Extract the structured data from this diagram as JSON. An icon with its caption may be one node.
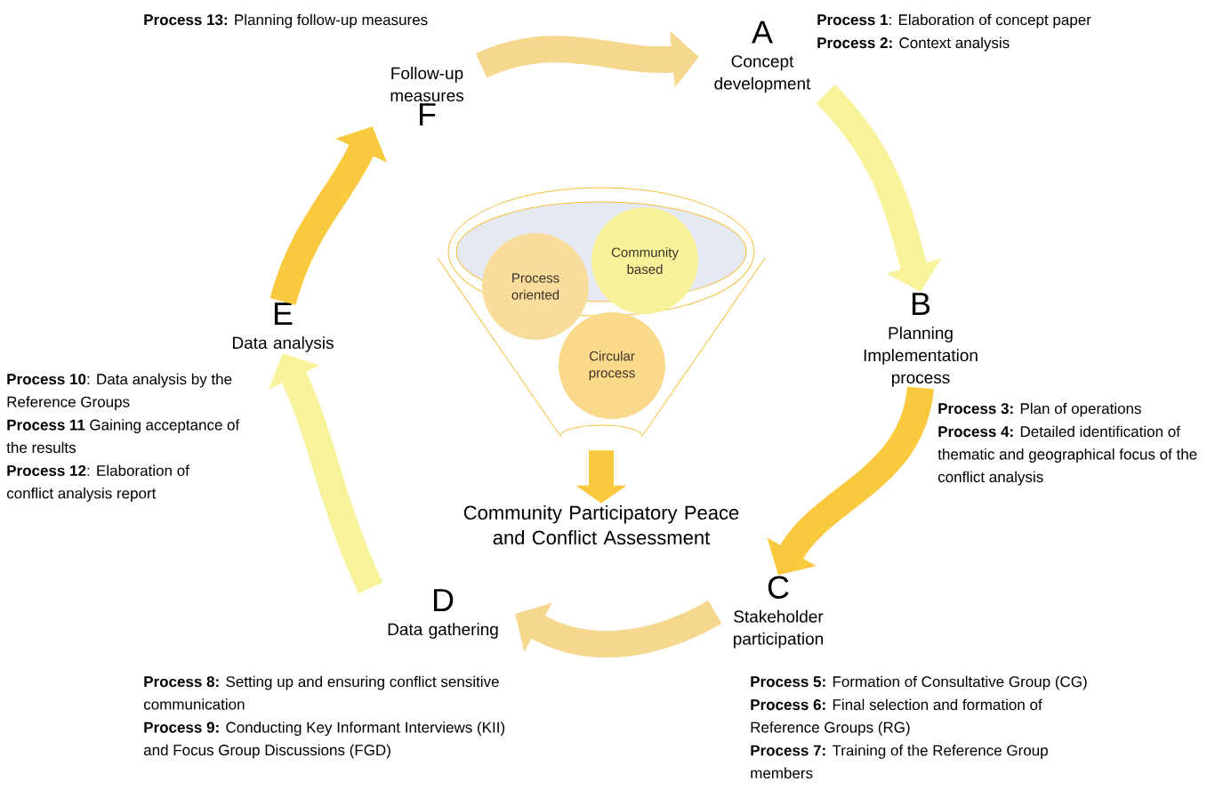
{
  "diagram": {
    "nodes": [
      {
        "text": [
          "A",
          "Concept development"
        ],
        "beside": [
          "**Process 1**: Elaboration of concept paper",
          "**Process 2:** Context analysis"
        ]
      },
      {
        "text": [
          "B",
          "Planning Implementation process"
        ],
        "beside": [
          "**Process 3:** Plan of operations",
          "**Process 4:** Detailed identification of thematic and geographical focus of the conflict analysis"
        ]
      },
      {
        "text": [
          "C",
          "Stakeholder participation"
        ],
        "beside": [
          "**Process 5:** Formation of Consultative Group (CG)",
          "**Process 6:** Final selection and formation of Reference Groups (RG)",
          "**Process 7:** Training of the Reference Group members"
        ]
      },
      {
        "text": [
          "D",
          "Data gathering"
        ],
        "beside": [
          "**Process  8:** Setting up and ensuring conflict sensitive communication",
          "**Process 9:** Conducting Key Informant Interviews (KII) and Focus Group Discussions (FGD)"
        ]
      },
      {
        "text": [
          "E",
          "Data analysis"
        ],
        "beside": [
          "**Process 10**: Data analysis by the Reference Groups",
          "**Process 11** Gaining acceptance of the results",
          "**Process 12**: Elaboration of conflict analysis report"
        ]
      },
      {
        "text": [
          "Follow-up measures",
          "F"
        ],
        "beside": [
          "**Process 13:** Planning follow-up measures"
        ]
      },
      {
        "text": [],
        "shape": "funnel"
      },
      {
        "text": [
          "Process oriented"
        ],
        "in": 6
      },
      {
        "text": [
          "Community based"
        ],
        "in": 6
      },
      {
        "text": [
          "Circular process"
        ],
        "in": 6
      },
      {
        "text": [
          "Community Participatory Peace and Conflict Assessment"
        ]
      }
    ],
    "edges": [
      {
        "from": 5,
        "to": 0,
        "arrow": "to",
        "color": "#f5d78e"
      },
      {
        "from": 0,
        "to": 1,
        "arrow": "to",
        "color": "#f8f29a"
      },
      {
        "from": 1,
        "to": 2,
        "arrow": "to",
        "color": "#fbc93d"
      },
      {
        "from": 2,
        "to": 3,
        "arrow": "to",
        "color": "#f5d78e"
      },
      {
        "from": 3,
        "to": 4,
        "arrow": "to",
        "color": "#f8f29a"
      },
      {
        "from": 4,
        "to": 5,
        "arrow": "to",
        "color": "#fbc93d"
      },
      {
        "from": 6,
        "to": 10,
        "arrow": "to",
        "color": "#fbc93d"
      }
    ]
  }
}
